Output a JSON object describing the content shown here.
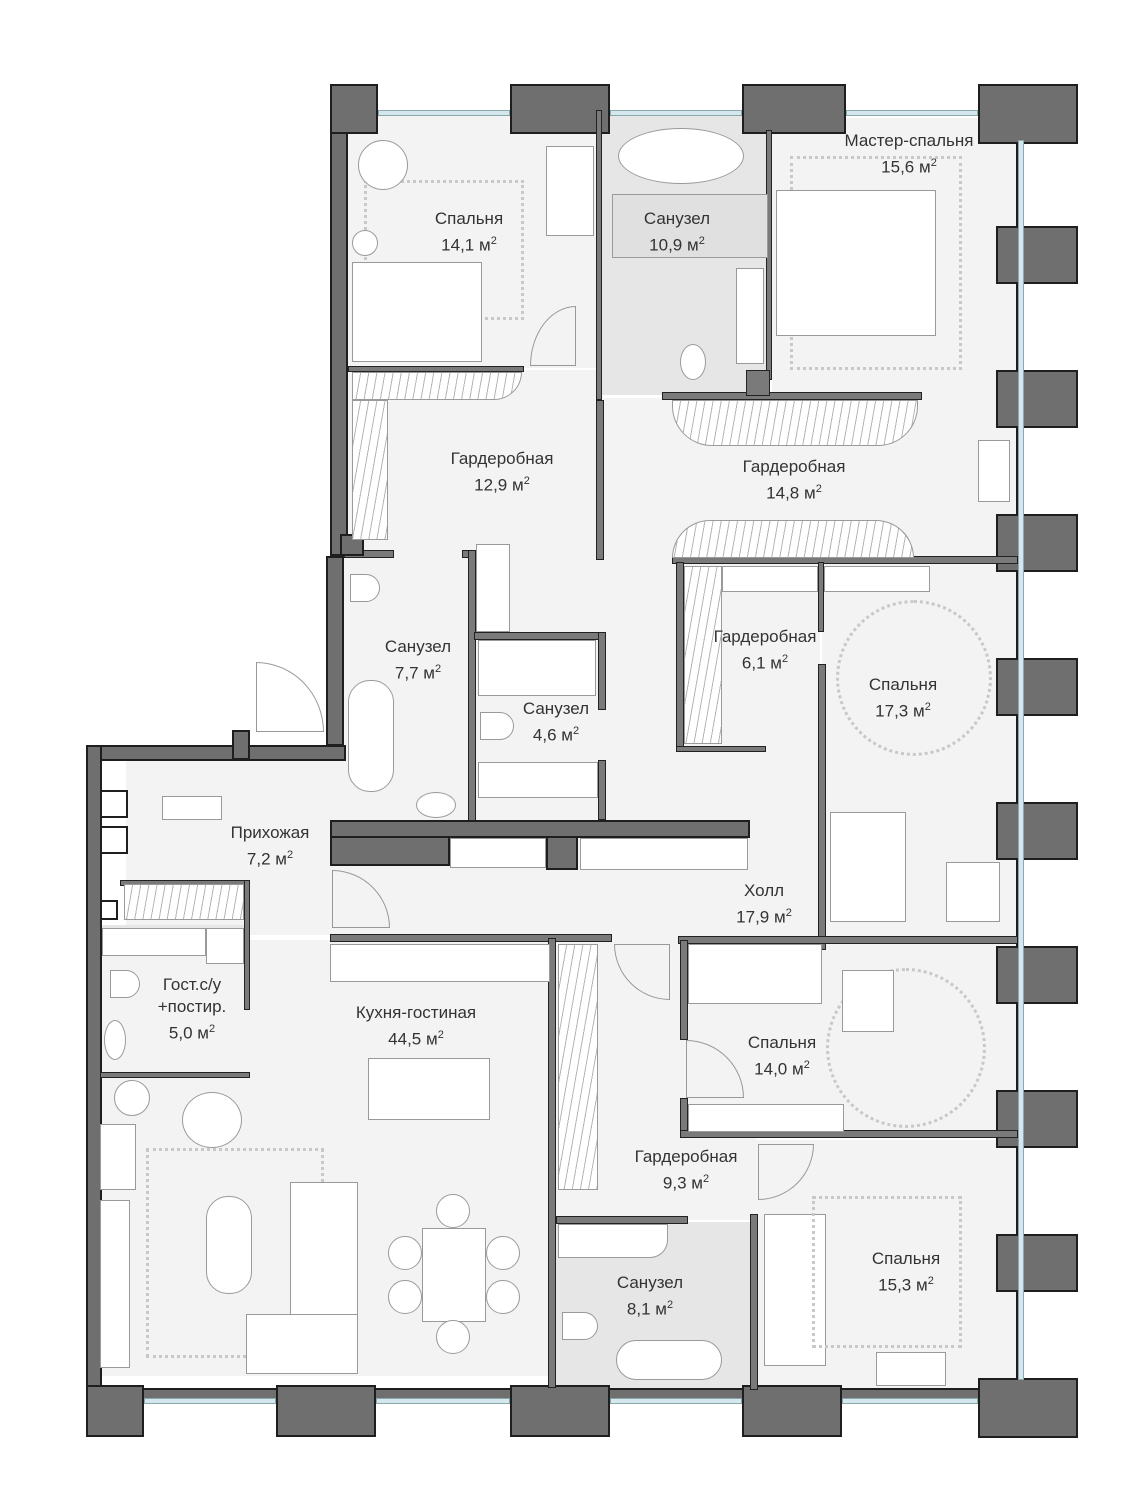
{
  "plan": {
    "type": "apartment-floor-plan",
    "area_unit": "м",
    "area_unit_superscript": "2",
    "colors": {
      "wall_fill": "#6f6f6f",
      "wall_outline": "#1e1e1e",
      "floor": "#f3f3f3",
      "wet_floor": "#e6e6e6",
      "text": "#333333",
      "glazing": "#d6e6ee"
    },
    "rooms": [
      {
        "id": "bedroom-1",
        "name": "Спальня",
        "area": "14,1"
      },
      {
        "id": "bathroom-1",
        "name": "Санузел",
        "area": "10,9"
      },
      {
        "id": "master-bedroom",
        "name": "Мастер-спальня",
        "area": "15,6"
      },
      {
        "id": "wardrobe-1",
        "name": "Гардеробная",
        "area": "12,9"
      },
      {
        "id": "wardrobe-2",
        "name": "Гардеробная",
        "area": "14,8"
      },
      {
        "id": "bathroom-2",
        "name": "Санузел",
        "area": "7,7"
      },
      {
        "id": "bathroom-3",
        "name": "Санузел",
        "area": "4,6"
      },
      {
        "id": "wardrobe-3",
        "name": "Гардеробная",
        "area": "6,1"
      },
      {
        "id": "bedroom-2",
        "name": "Спальня",
        "area": "17,3"
      },
      {
        "id": "hallway-entry",
        "name": "Прихожая",
        "area": "7,2"
      },
      {
        "id": "hall",
        "name": "Холл",
        "area": "17,9"
      },
      {
        "id": "guest-wc-laundry",
        "name": "Гост.с/у\n+постир.",
        "name_line1": "Гост.с/у",
        "name_line2": "+постир.",
        "area": "5,0"
      },
      {
        "id": "kitchen-living",
        "name": "Кухня-гостиная",
        "area": "44,5"
      },
      {
        "id": "bedroom-3",
        "name": "Спальня",
        "area": "14,0"
      },
      {
        "id": "wardrobe-4",
        "name": "Гардеробная",
        "area": "9,3"
      },
      {
        "id": "bathroom-4",
        "name": "Санузел",
        "area": "8,1"
      },
      {
        "id": "bedroom-4",
        "name": "Спальня",
        "area": "15,3"
      }
    ]
  }
}
